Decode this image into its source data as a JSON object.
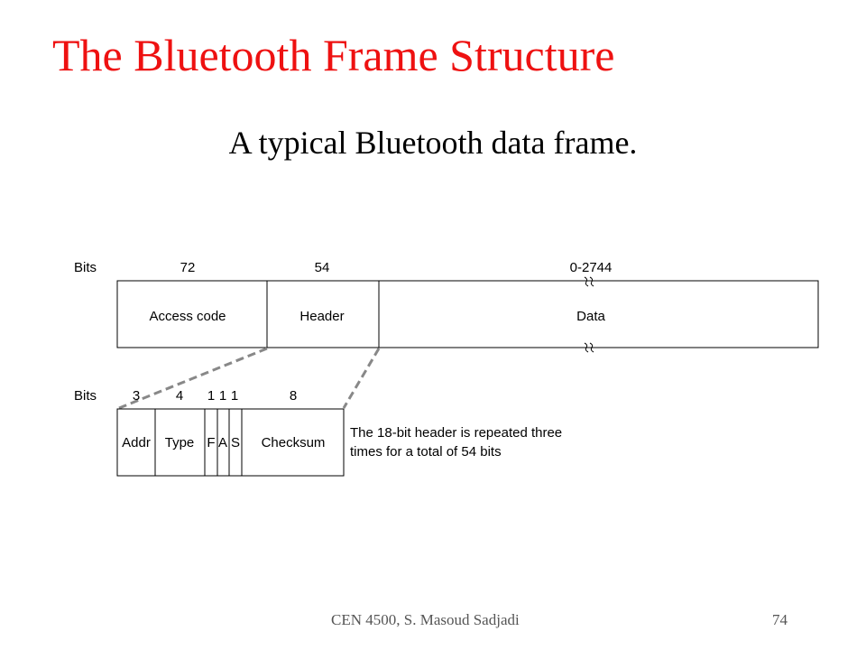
{
  "slide": {
    "title": "The Bluetooth Frame Structure",
    "subtitle": "A typical Bluetooth data frame.",
    "title_color": "#ee1111",
    "footer_left": "CEN 4500, S. Masoud Sadjadi",
    "footer_right": "74"
  },
  "diagram": {
    "top_row": {
      "bits_label": "Bits",
      "fields": [
        {
          "label": "Access code",
          "bits": "72"
        },
        {
          "label": "Header",
          "bits": "54"
        },
        {
          "label": "Data",
          "bits": "0-2744"
        }
      ]
    },
    "bottom_row": {
      "bits_label": "Bits",
      "fields": [
        {
          "label": "Addr",
          "bits": "3"
        },
        {
          "label": "Type",
          "bits": "4"
        },
        {
          "label": "F",
          "bits": "1"
        },
        {
          "label": "A",
          "bits": "1"
        },
        {
          "label": "S",
          "bits": "1"
        },
        {
          "label": "Checksum",
          "bits": "8"
        }
      ]
    },
    "note_lines": [
      "The 18-bit header is repeated three",
      "times for a total of 54 bits"
    ]
  }
}
